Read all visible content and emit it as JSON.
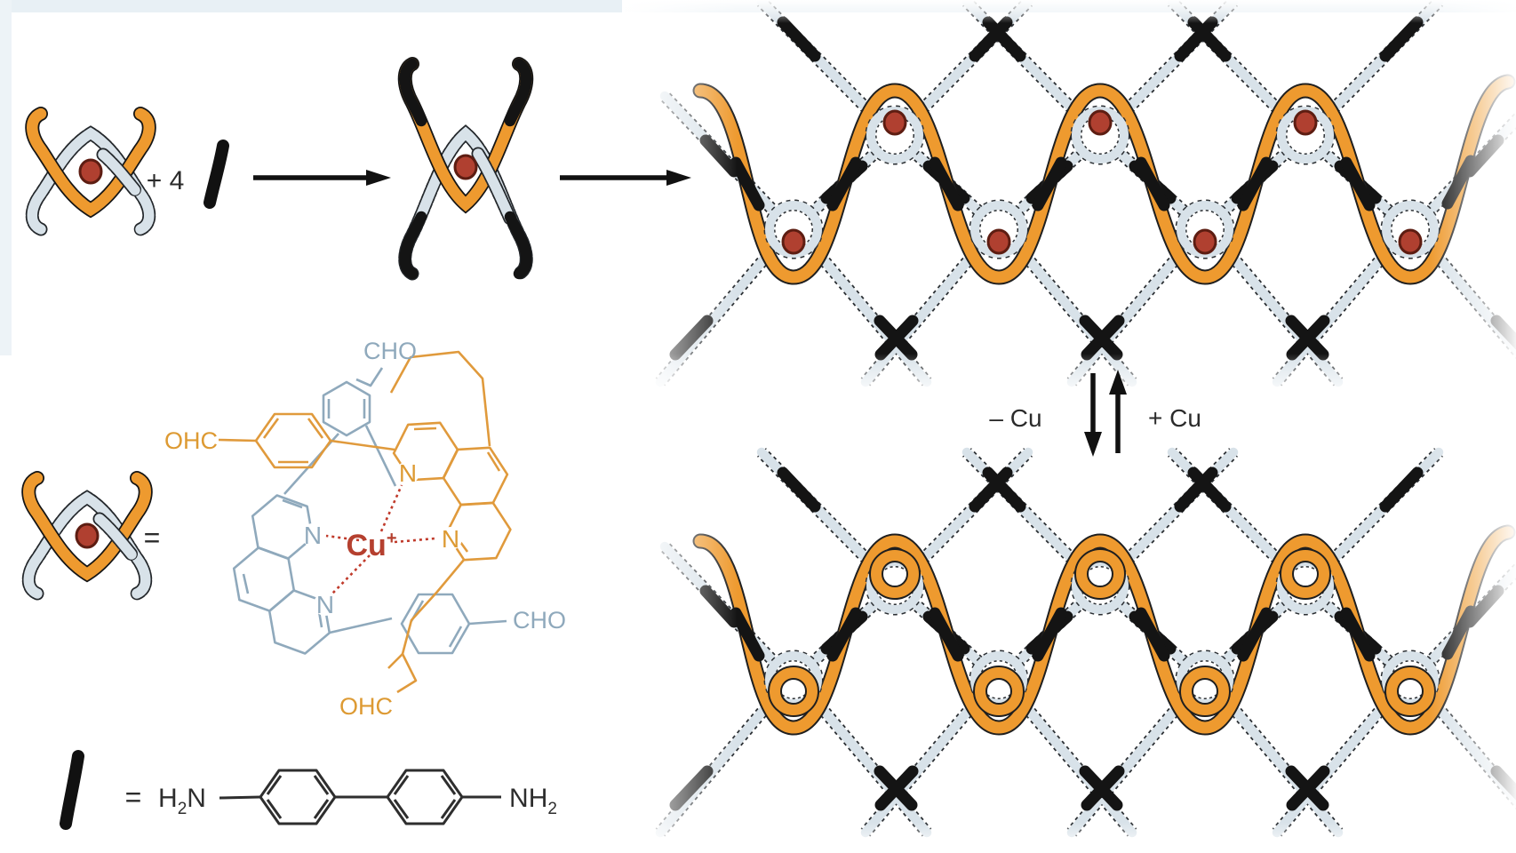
{
  "figure_type": "molecular-weaving reaction scheme",
  "reaction": {
    "plus_four": "+ 4",
    "minus_cu": "– Cu",
    "plus_cu": "+ Cu"
  },
  "complex_legend": {
    "equals": "=",
    "cho_top": "CHO",
    "ohc_left": "OHC",
    "cho_right": "CHO",
    "ohc_bottom": "OHC",
    "n_top": "N",
    "n_left": "N",
    "n_right": "N",
    "n_bottom": "N",
    "cu": "Cu",
    "cu_charge": "+"
  },
  "linker_legend": {
    "equals": "=",
    "h2n_h": "H",
    "h2n_sub": "2",
    "h2n_n": "N",
    "nh2_nh": "NH",
    "nh2_sub": "2"
  },
  "colors": {
    "thread_orange": "#EE9A2F",
    "thread_blue": "#D8E2E9",
    "copper_dot": "#B04030",
    "linker_black": "#1A1A1A",
    "chem_blue": "#8FA9BC",
    "chem_orange": "#E09A3C",
    "copper_red": "#B5402F",
    "text_dark": "#2B2B2B"
  }
}
